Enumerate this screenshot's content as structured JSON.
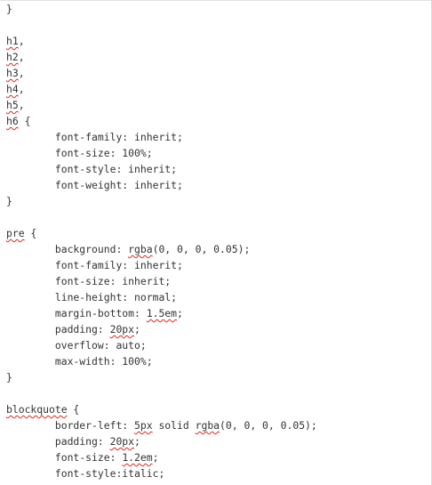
{
  "editor": {
    "lines": [
      [
        {
          "t": "}"
        }
      ],
      [
        {
          "t": ""
        }
      ],
      [
        {
          "t": "h1",
          "s": true
        },
        {
          "t": ","
        }
      ],
      [
        {
          "t": "h2",
          "s": true
        },
        {
          "t": ","
        }
      ],
      [
        {
          "t": "h3",
          "s": true
        },
        {
          "t": ","
        }
      ],
      [
        {
          "t": "h4",
          "s": true
        },
        {
          "t": ","
        }
      ],
      [
        {
          "t": "h5",
          "s": true
        },
        {
          "t": ","
        }
      ],
      [
        {
          "t": "h6",
          "s": true
        },
        {
          "t": " {"
        }
      ],
      [
        {
          "t": "        font-family: inherit;"
        }
      ],
      [
        {
          "t": "        font-size: 100%;"
        }
      ],
      [
        {
          "t": "        font-style: inherit;"
        }
      ],
      [
        {
          "t": "        font-weight: inherit;"
        }
      ],
      [
        {
          "t": "}"
        }
      ],
      [
        {
          "t": ""
        }
      ],
      [
        {
          "t": "pre",
          "s": true
        },
        {
          "t": " {"
        }
      ],
      [
        {
          "t": "        background: "
        },
        {
          "t": "rgba",
          "s": true
        },
        {
          "t": "(0, 0, 0, 0.05);"
        }
      ],
      [
        {
          "t": "        font-family: inherit;"
        }
      ],
      [
        {
          "t": "        font-size: inherit;"
        }
      ],
      [
        {
          "t": "        line-height: normal;"
        }
      ],
      [
        {
          "t": "        margin-bottom: "
        },
        {
          "t": "1.5em",
          "s": true
        },
        {
          "t": ";"
        }
      ],
      [
        {
          "t": "        padding: "
        },
        {
          "t": "20px",
          "s": true
        },
        {
          "t": ";"
        }
      ],
      [
        {
          "t": "        overflow: auto;"
        }
      ],
      [
        {
          "t": "        max-width: 100%;"
        }
      ],
      [
        {
          "t": "}"
        }
      ],
      [
        {
          "t": ""
        }
      ],
      [
        {
          "t": "blockquote",
          "s": true
        },
        {
          "t": " {"
        }
      ],
      [
        {
          "t": "        border-left: "
        },
        {
          "t": "5px",
          "s": true
        },
        {
          "t": " solid "
        },
        {
          "t": "rgba",
          "s": true
        },
        {
          "t": "(0, 0, 0, 0.05);"
        }
      ],
      [
        {
          "t": "        padding: "
        },
        {
          "t": "20px",
          "s": true
        },
        {
          "t": ";"
        }
      ],
      [
        {
          "t": "        font-size: "
        },
        {
          "t": "1.2em",
          "s": true
        },
        {
          "t": ";"
        }
      ],
      [
        {
          "t": "        font-style:italic;"
        }
      ]
    ]
  }
}
